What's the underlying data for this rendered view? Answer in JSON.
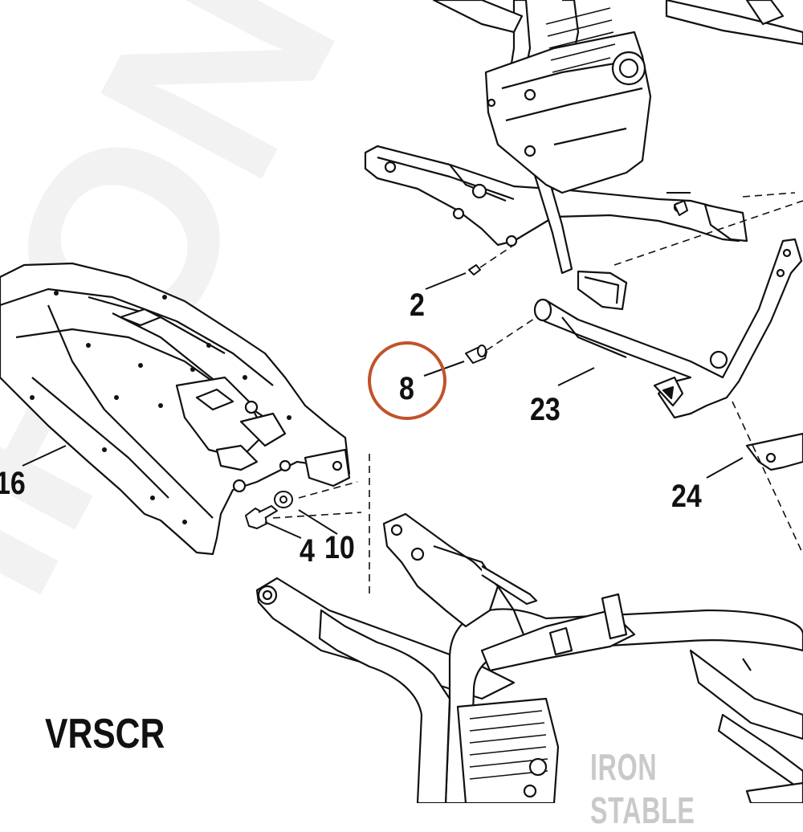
{
  "diagram": {
    "model_label": "VRSCR",
    "brand_watermark": "IRON STABLE",
    "background_watermark": "IRON STABLE",
    "highlight_color": "#c0532a",
    "callouts": [
      {
        "id": "2",
        "label": "2"
      },
      {
        "id": "8",
        "label": "8"
      },
      {
        "id": "23",
        "label": "23"
      },
      {
        "id": "24",
        "label": "24"
      },
      {
        "id": "16",
        "label": "16"
      },
      {
        "id": "4",
        "label": "4"
      },
      {
        "id": "10",
        "label": "10"
      }
    ],
    "highlighted_callout": "8"
  }
}
